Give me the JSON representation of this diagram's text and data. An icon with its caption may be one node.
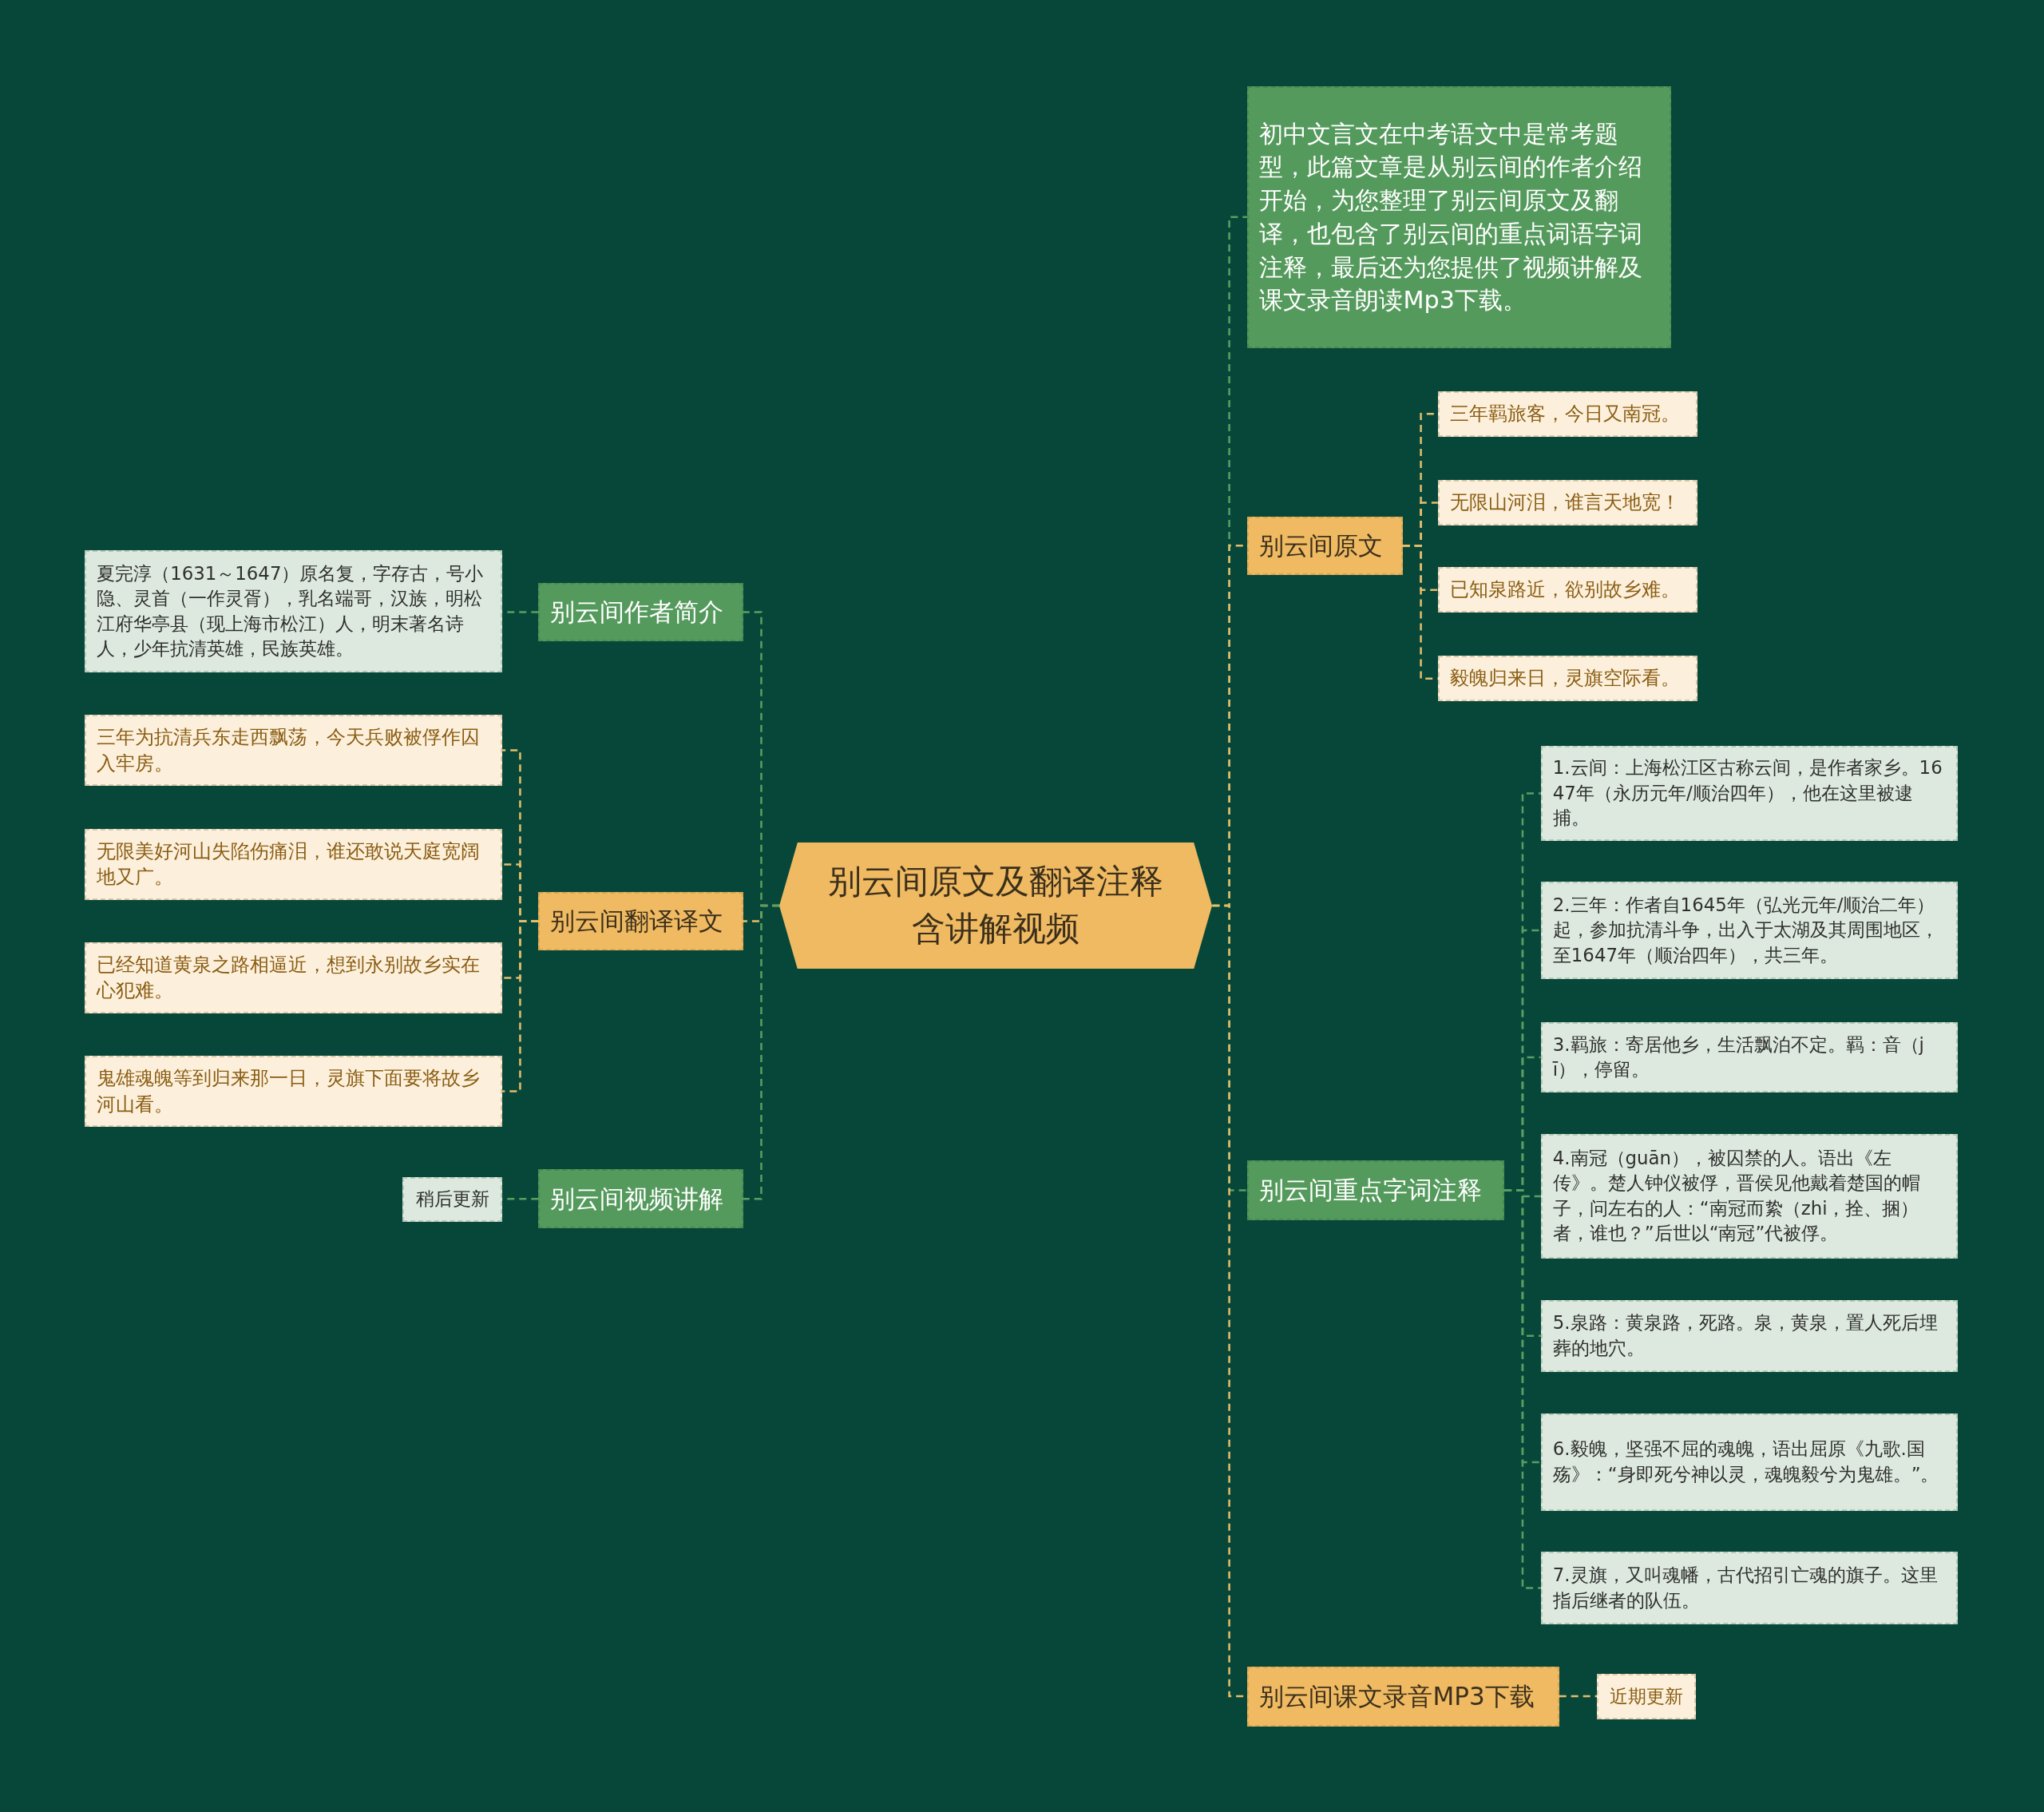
{
  "diagram": {
    "nodes": [
      {
        "text": [
          "别云间原文及翻译注释含讲解视频"
        ]
      },
      {
        "text": [
          "初中文言文在中考语文中是常考题型，此篇文章是从别云间的作者介绍开始，为您整理了别云间原文及翻译，也包含了别云间的重点词语字词注释，最后还为您提供了视频讲解及课文录音朗读Mp3下载。"
        ]
      },
      {
        "text": [
          "别云间原文"
        ]
      },
      {
        "text": [
          "三年羁旅客，今日又南冠。"
        ]
      },
      {
        "text": [
          "无限山河泪，谁言天地宽！"
        ]
      },
      {
        "text": [
          "已知泉路近，欲别故乡难。"
        ]
      },
      {
        "text": [
          "毅魄归来日，灵旗空际看。"
        ]
      },
      {
        "text": [
          "别云间重点字词注释"
        ]
      },
      {
        "text": [
          "1.云间：上海松江区古称云间，是作者家乡。1647年（永历元年/顺治四年），他在这里被逮捕。"
        ]
      },
      {
        "text": [
          "2.三年：作者自1645年（弘光元年/顺治二年）起，参加抗清斗争，出入于太湖及其周围地区，至1647年（顺治四年），共三年。"
        ]
      },
      {
        "text": [
          "3.羁旅：寄居他乡，生活飘泊不定。羁：音（jī），停留。"
        ]
      },
      {
        "text": [
          "4.南冠（guān），被囚禁的人。语出《左传》。楚人钟仪被俘，晋侯见他戴着楚国的帽子，问左右的人：“南冠而絷（zhi，拴、捆）者，谁也？”后世以“南冠”代被俘。"
        ]
      },
      {
        "text": [
          "5.泉路：黄泉路，死路。泉，黄泉，置人死后埋葬的地穴。"
        ]
      },
      {
        "text": [
          "6.毅魄，坚强不屈的魂魄，语出屈原《九歌.国殇》：“身即死兮神以灵，魂魄毅兮为鬼雄。”。"
        ]
      },
      {
        "text": [
          "7.灵旗，又叫魂幡，古代招引亡魂的旗子。这里指后继者的队伍。"
        ]
      },
      {
        "text": [
          "别云间课文录音MP3下载"
        ]
      },
      {
        "text": [
          "近期更新"
        ]
      },
      {
        "text": [
          "别云间作者简介"
        ]
      },
      {
        "text": [
          "夏完淳（1631～1647）原名复，字存古，号小隐、灵首（一作灵胥），乳名端哥，汉族，明松江府华亭县（现上海市松江）人，明末著名诗人，少年抗清英雄，民族英雄。"
        ]
      },
      {
        "text": [
          "别云间翻译译文"
        ]
      },
      {
        "text": [
          "三年为抗清兵东走西飘荡，今天兵败被俘作囚入牢房。"
        ]
      },
      {
        "text": [
          "无限美好河山失陷伤痛泪，谁还敢说天庭宽阔地又广。"
        ]
      },
      {
        "text": [
          "已经知道黄泉之路相逼近，想到永别故乡实在心犯难。"
        ]
      },
      {
        "text": [
          "鬼雄魂魄等到归来那一日，灵旗下面要将故乡河山看。"
        ]
      },
      {
        "text": [
          "别云间视频讲解"
        ]
      },
      {
        "text": [
          "稍后更新"
        ]
      }
    ],
    "edges": [
      {
        "from": 0,
        "to": 1,
        "arrow": "none"
      },
      {
        "from": 0,
        "to": 2,
        "arrow": "none",
        "color": "#e6bd6a"
      },
      {
        "from": 2,
        "to": 3,
        "arrow": "none",
        "color": "#e6bd6a"
      },
      {
        "from": 2,
        "to": 4,
        "arrow": "none",
        "color": "#e6bd6a"
      },
      {
        "from": 2,
        "to": 5,
        "arrow": "none",
        "color": "#e6bd6a"
      },
      {
        "from": 2,
        "to": 6,
        "arrow": "none",
        "color": "#e6bd6a"
      },
      {
        "from": 0,
        "to": 7,
        "arrow": "none"
      },
      {
        "from": 7,
        "to": 8,
        "arrow": "none"
      },
      {
        "from": 7,
        "to": 9,
        "arrow": "none"
      },
      {
        "from": 7,
        "to": 10,
        "arrow": "none"
      },
      {
        "from": 7,
        "to": 11,
        "arrow": "none"
      },
      {
        "from": 7,
        "to": 12,
        "arrow": "none"
      },
      {
        "from": 7,
        "to": 13,
        "arrow": "none"
      },
      {
        "from": 7,
        "to": 14,
        "arrow": "none"
      },
      {
        "from": 0,
        "to": 15,
        "arrow": "none",
        "color": "#e6bd6a"
      },
      {
        "from": 15,
        "to": 16,
        "arrow": "none",
        "color": "#e6bd6a"
      },
      {
        "from": 0,
        "to": 17,
        "arrow": "none"
      },
      {
        "from": 17,
        "to": 18,
        "arrow": "none"
      },
      {
        "from": 0,
        "to": 19,
        "arrow": "none",
        "color": "#e6bd6a"
      },
      {
        "from": 19,
        "to": 20,
        "arrow": "none",
        "color": "#e6bd6a"
      },
      {
        "from": 19,
        "to": 21,
        "arrow": "none",
        "color": "#e6bd6a"
      },
      {
        "from": 19,
        "to": 22,
        "arrow": "none",
        "color": "#e6bd6a"
      },
      {
        "from": 19,
        "to": 23,
        "arrow": "none",
        "color": "#e6bd6a"
      },
      {
        "from": 0,
        "to": 24,
        "arrow": "none"
      },
      {
        "from": 24,
        "to": 25,
        "arrow": "none"
      }
    ]
  }
}
